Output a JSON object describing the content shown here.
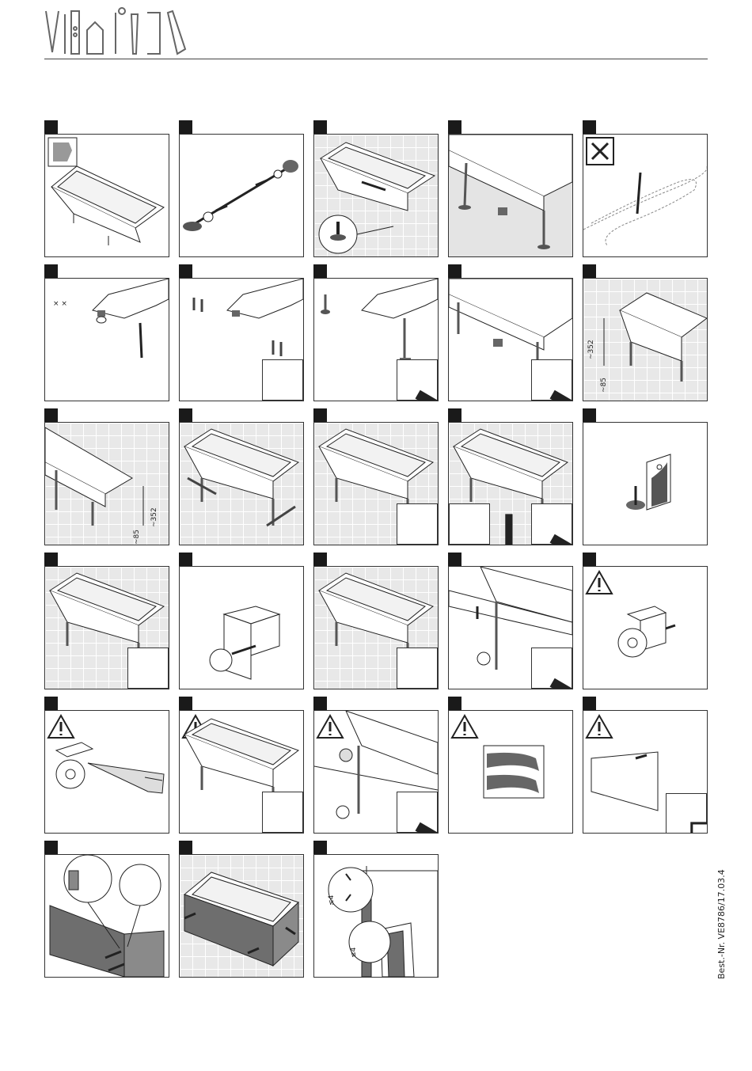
{
  "document": {
    "order_number": "Best.-Nr. VE8786/17.03.4"
  },
  "dimensions": {
    "d352": "~352",
    "d85": "~85",
    "d4": "≤4"
  },
  "colors": {
    "panel_grey": "#e4e4e4",
    "tile_grey": "#e8e8e8",
    "panel_dark": "#6e6e6e",
    "line": "#222222"
  },
  "icons": {
    "logo": "tools-logo-icon",
    "warning": "warning-triangle-icon",
    "forbidden": "cross-box-icon",
    "screw": "screw-icon",
    "dowel": "wall-plug-icon",
    "bracket": "mounting-bracket-icon"
  }
}
